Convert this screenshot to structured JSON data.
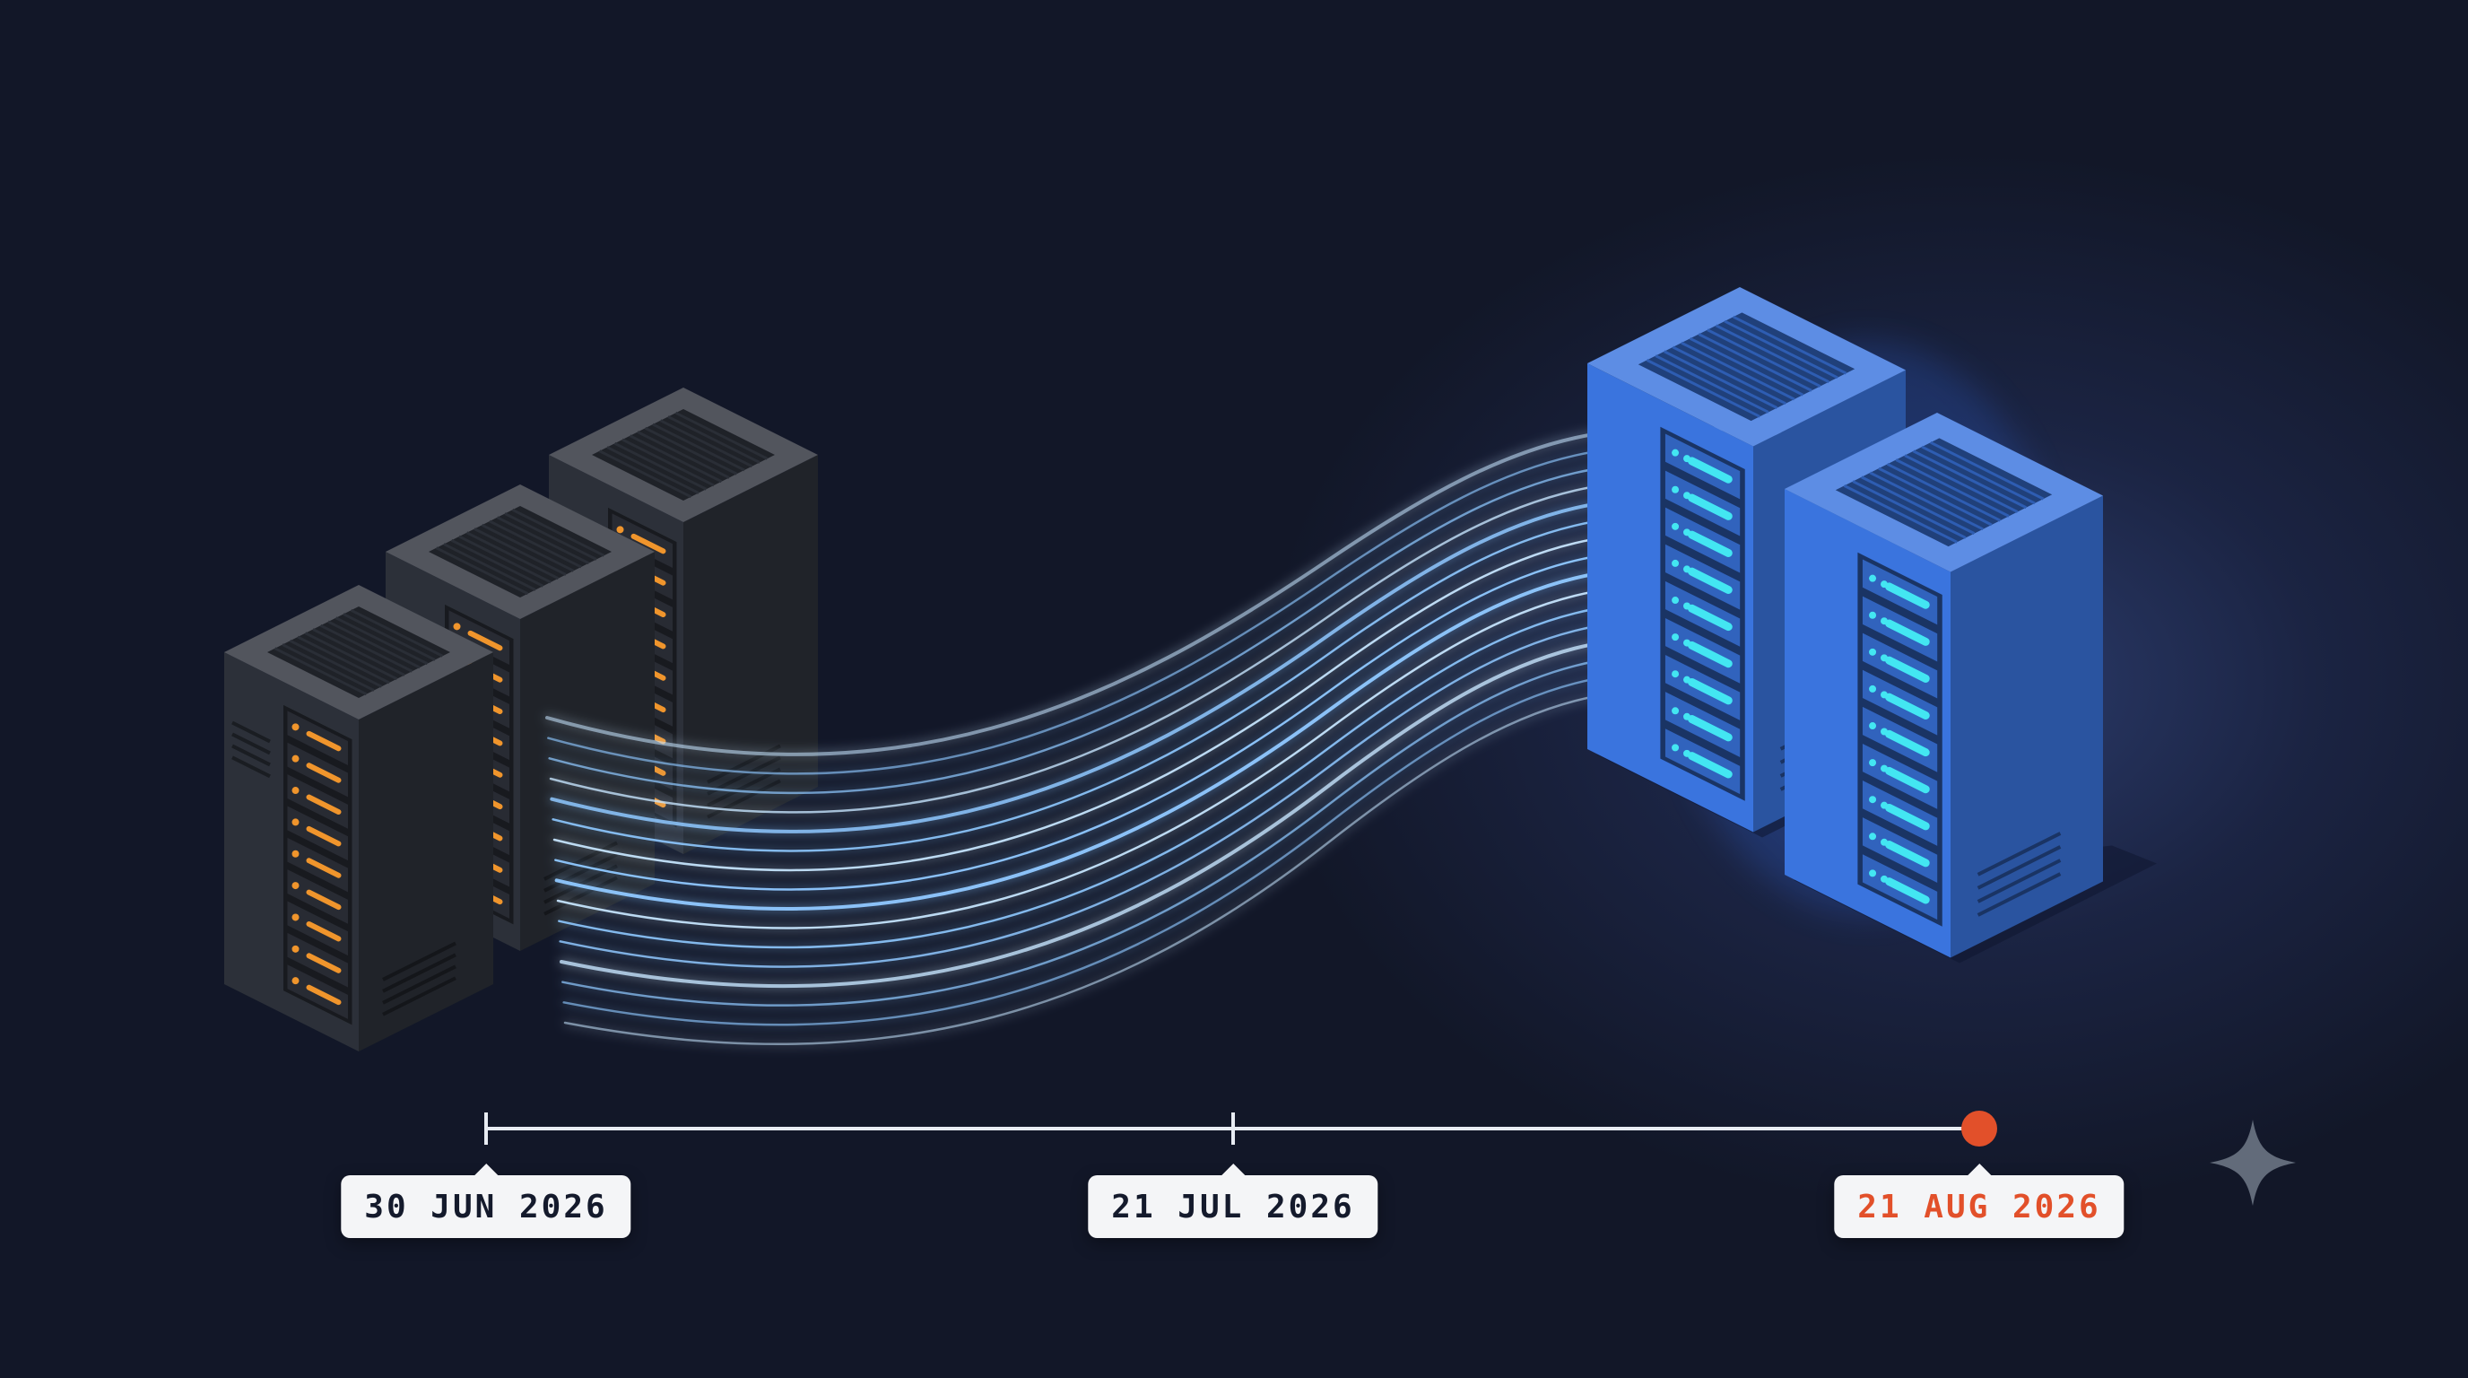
{
  "timeline": {
    "milestones": [
      {
        "label": "30 JUN 2026",
        "state": "past"
      },
      {
        "label": "21 JUL 2026",
        "state": "past"
      },
      {
        "label": "21 AUG 2026",
        "state": "current"
      }
    ],
    "current_color": "#e2502a"
  },
  "illustration": {
    "source_servers": {
      "count": 3,
      "color": "#2c3039",
      "led_color": "#f0952c"
    },
    "target_servers": {
      "count": 2,
      "color": "#3a74de",
      "led_color": "#43e6f2"
    },
    "flow_color": "#8fc8ff",
    "corner_icon": "sparkle-icon"
  }
}
